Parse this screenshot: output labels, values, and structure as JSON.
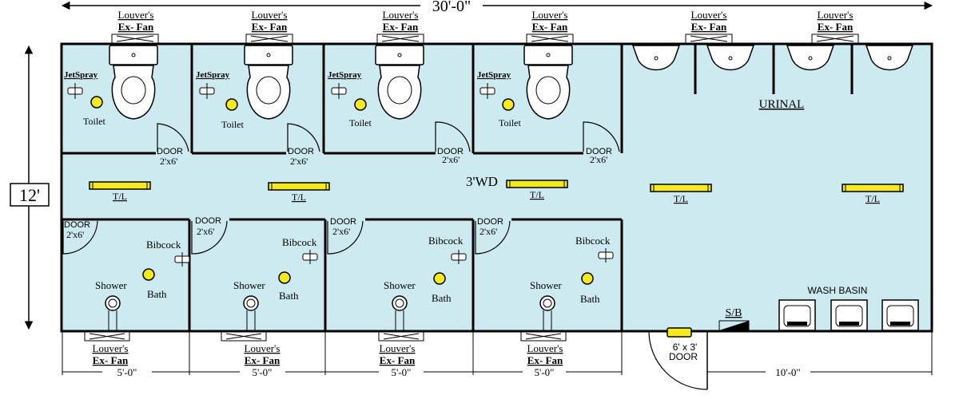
{
  "plan": {
    "overall_width": "30'-0\"",
    "overall_depth": "12'",
    "corridor_width": "3'WD",
    "bay_width": "5'-0\"",
    "urinal_bay_width": "10'-0\"",
    "main_door": {
      "size": "6' x 3'",
      "label": "DOOR"
    },
    "vent": {
      "line1": "Louver's",
      "line2": "Ex- Fan"
    },
    "toilet_label": "Toilet",
    "jetspray_label": "JetSpray",
    "door_label": "DOOR",
    "door_size": "2'x6'",
    "tubelight_label": "T/L",
    "bibcock_label": "Bibcock",
    "shower_label": "Shower",
    "bath_label": "Bath",
    "urinal_label": "URINAL",
    "wash_basin_label": "WASH BASIN",
    "sb_label": "S/B"
  },
  "colors": {
    "room_fill": "#cdeaf1",
    "wall": "#000000",
    "fixture_yellow": "#f5ea1e"
  }
}
